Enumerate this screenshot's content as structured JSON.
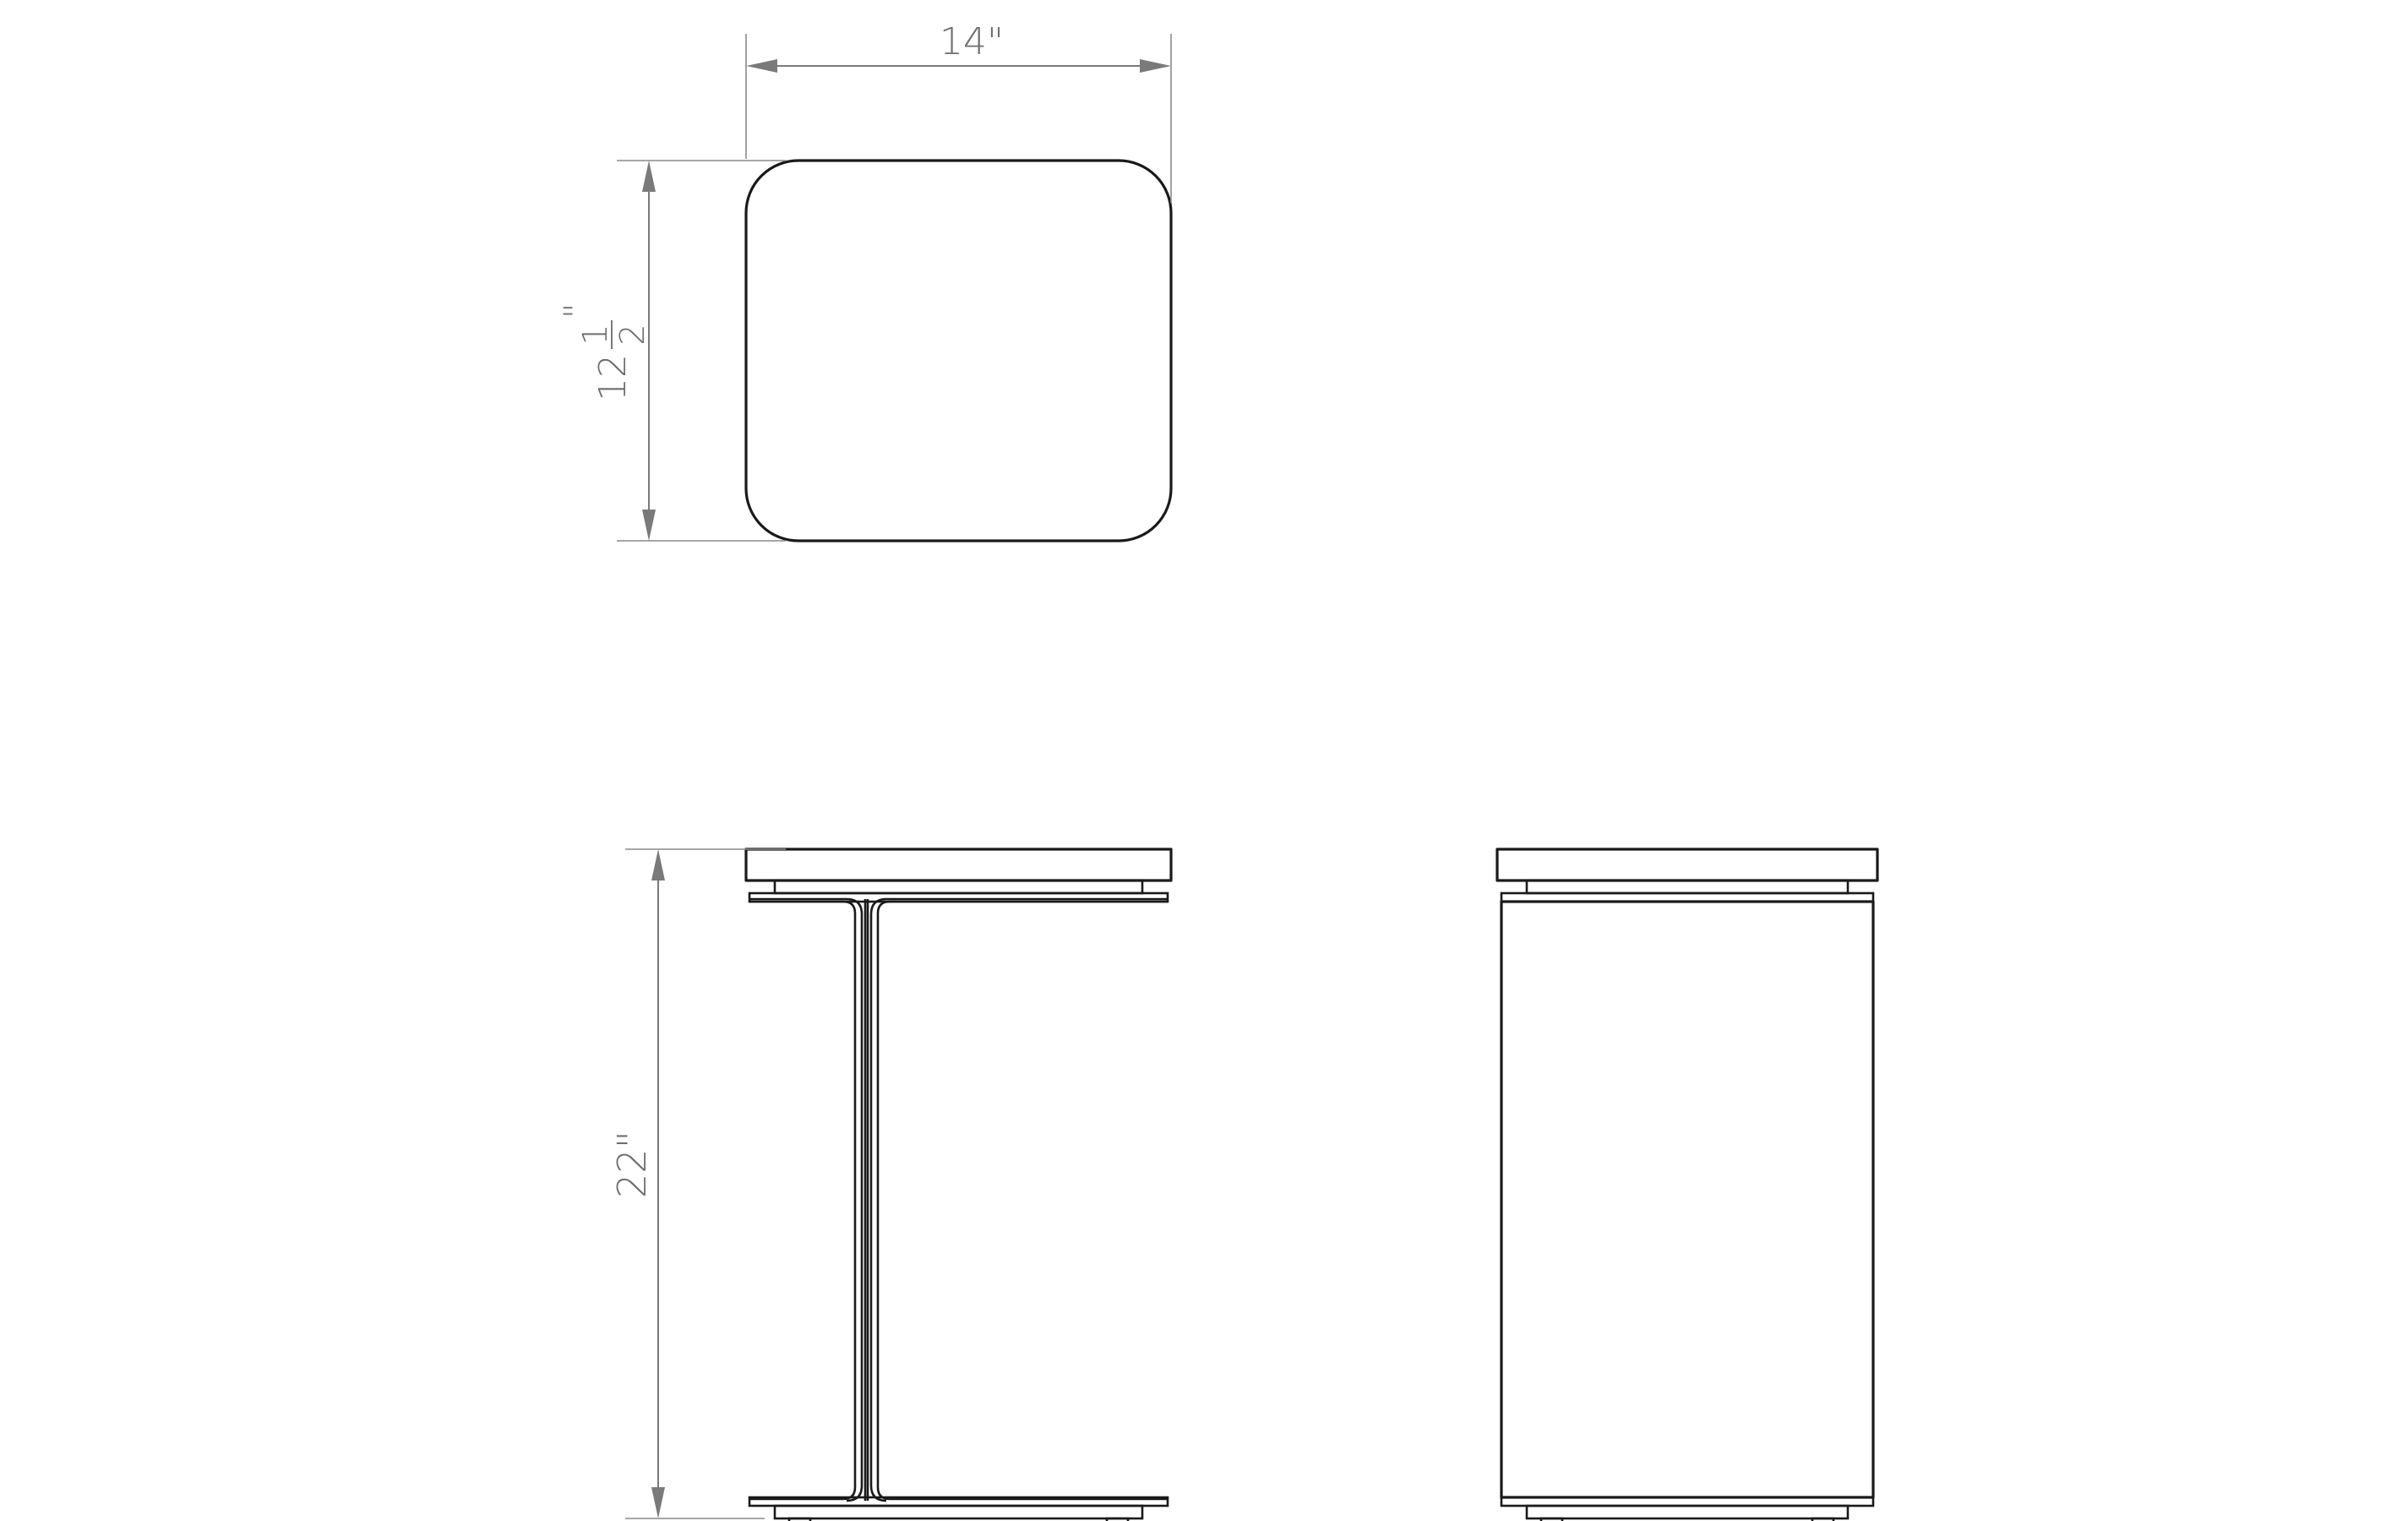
{
  "drawing": {
    "top_view": {
      "width_label": "14\"",
      "depth_label_whole": "12",
      "depth_label_numerator": "1",
      "depth_label_denominator": "2",
      "depth_label_mark": "\""
    },
    "side_view": {
      "height_label": "22\""
    },
    "front_view": {}
  },
  "colors": {
    "outline": "#1a1a1a",
    "dimension": "#7a7a7a",
    "background": "#ffffff"
  }
}
